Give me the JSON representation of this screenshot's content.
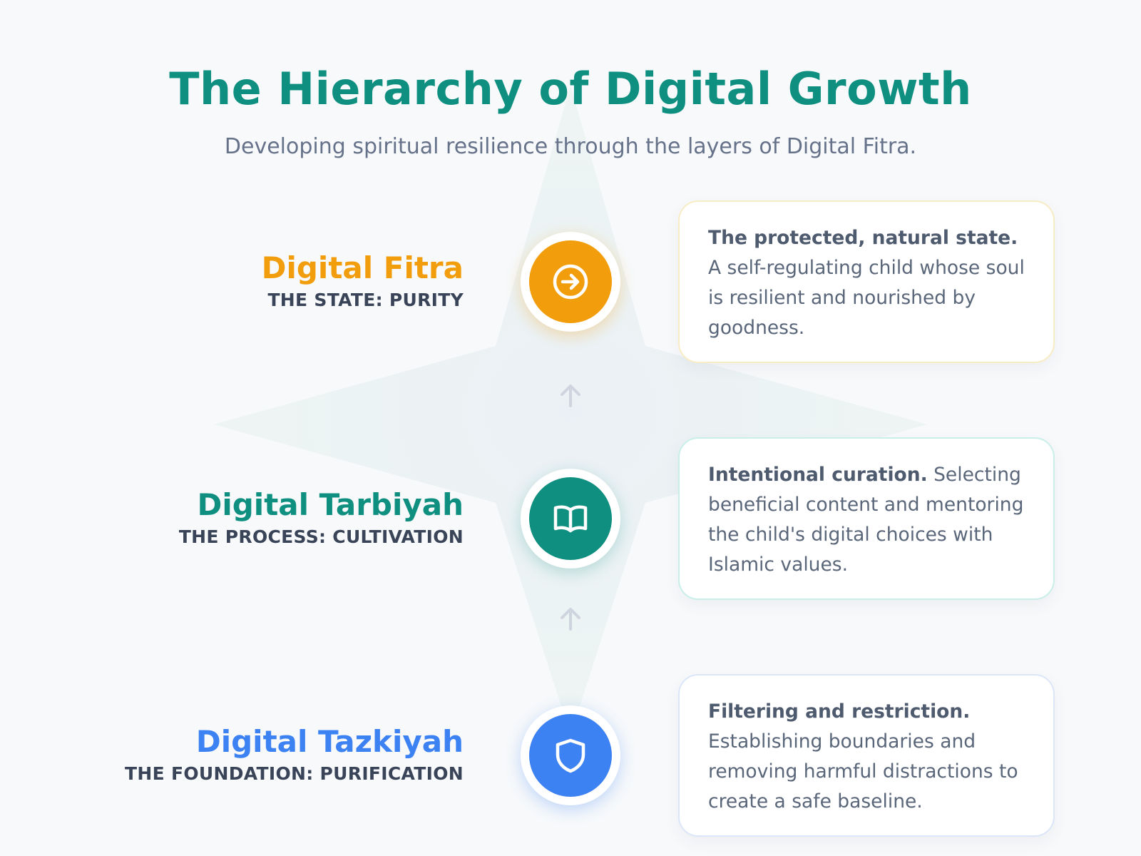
{
  "header": {
    "title": "The Hierarchy of Digital Growth",
    "subtitle": "Developing spiritual resilience through the layers of Digital Fitra."
  },
  "layers": [
    {
      "name": "Digital Fitra",
      "role": "THE STATE: PURITY",
      "icon": "arrow-right-circle-icon",
      "color": "#f29d0b",
      "card_head": "The protected, natural state.",
      "card_text": "A self-regulating child whose soul is resilient and nourished by goodness.",
      "card_border": "#f8ecc4"
    },
    {
      "name": "Digital Tarbiyah",
      "role": "THE PROCESS: CULTIVATION",
      "icon": "open-book-icon",
      "color": "#0e8f80",
      "card_head": "Intentional curation.",
      "card_text": "Selecting beneficial content and mentoring the child's digital choices with Islamic values.",
      "card_border": "#c9efe8"
    },
    {
      "name": "Digital Tazkiyah",
      "role": "THE FOUNDATION: PURIFICATION",
      "icon": "shield-icon",
      "color": "#3d82f2",
      "card_head": "Filtering and restriction.",
      "card_text": "Establishing boundaries and removing harmful distractions to create a safe baseline.",
      "card_border": "#dbe6f8"
    }
  ]
}
